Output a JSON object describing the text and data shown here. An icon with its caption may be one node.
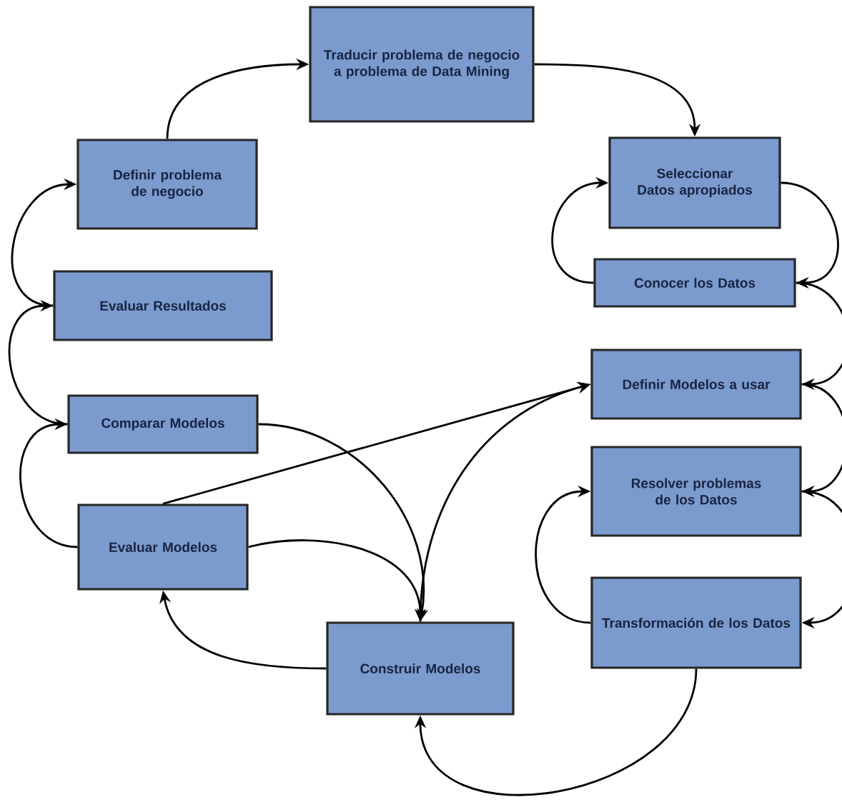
{
  "diagram": {
    "nodes": [
      {
        "text": [
          "Traducir problema de negocio a problema de Data Mining"
        ]
      },
      {
        "text": [
          "Definir problema de negocio"
        ]
      },
      {
        "text": [
          "Seleccionar Datos apropiados"
        ]
      },
      {
        "text": [
          "Conocer los Datos"
        ]
      },
      {
        "text": [
          "Evaluar Resultados"
        ]
      },
      {
        "text": [
          "Definir Modelos a usar"
        ]
      },
      {
        "text": [
          "Comparar Modelos"
        ]
      },
      {
        "text": [
          "Resolver problemas de los Datos"
        ]
      },
      {
        "text": [
          "Evaluar Modelos"
        ]
      },
      {
        "text": [
          "Transformación de los Datos"
        ]
      },
      {
        "text": [
          "Construir Modelos"
        ]
      }
    ],
    "edges": [
      {
        "from": 1,
        "to": 0,
        "arrow": "to"
      },
      {
        "from": 0,
        "to": 2,
        "arrow": "to"
      },
      {
        "from": 2,
        "to": 3,
        "arrow": "to"
      },
      {
        "from": 3,
        "to": 2,
        "arrow": "to"
      },
      {
        "from": 3,
        "to": 5,
        "arrow": "to"
      },
      {
        "from": 5,
        "to": 7,
        "arrow": "to"
      },
      {
        "from": 7,
        "to": 9,
        "arrow": "to"
      },
      {
        "from": 9,
        "to": 7,
        "arrow": "to"
      },
      {
        "from": 9,
        "to": 10,
        "arrow": "to"
      },
      {
        "from": 10,
        "to": 8,
        "arrow": "to"
      },
      {
        "from": 8,
        "to": 10,
        "arrow": "to"
      },
      {
        "from": 6,
        "to": 10,
        "arrow": "to"
      },
      {
        "from": 8,
        "to": 5,
        "arrow": "to"
      },
      {
        "from": 10,
        "to": 5,
        "arrow": "to"
      },
      {
        "from": 8,
        "to": 6,
        "arrow": "to"
      },
      {
        "from": 6,
        "to": 4,
        "arrow": "to"
      },
      {
        "from": 4,
        "to": 1,
        "arrow": "to"
      }
    ]
  }
}
